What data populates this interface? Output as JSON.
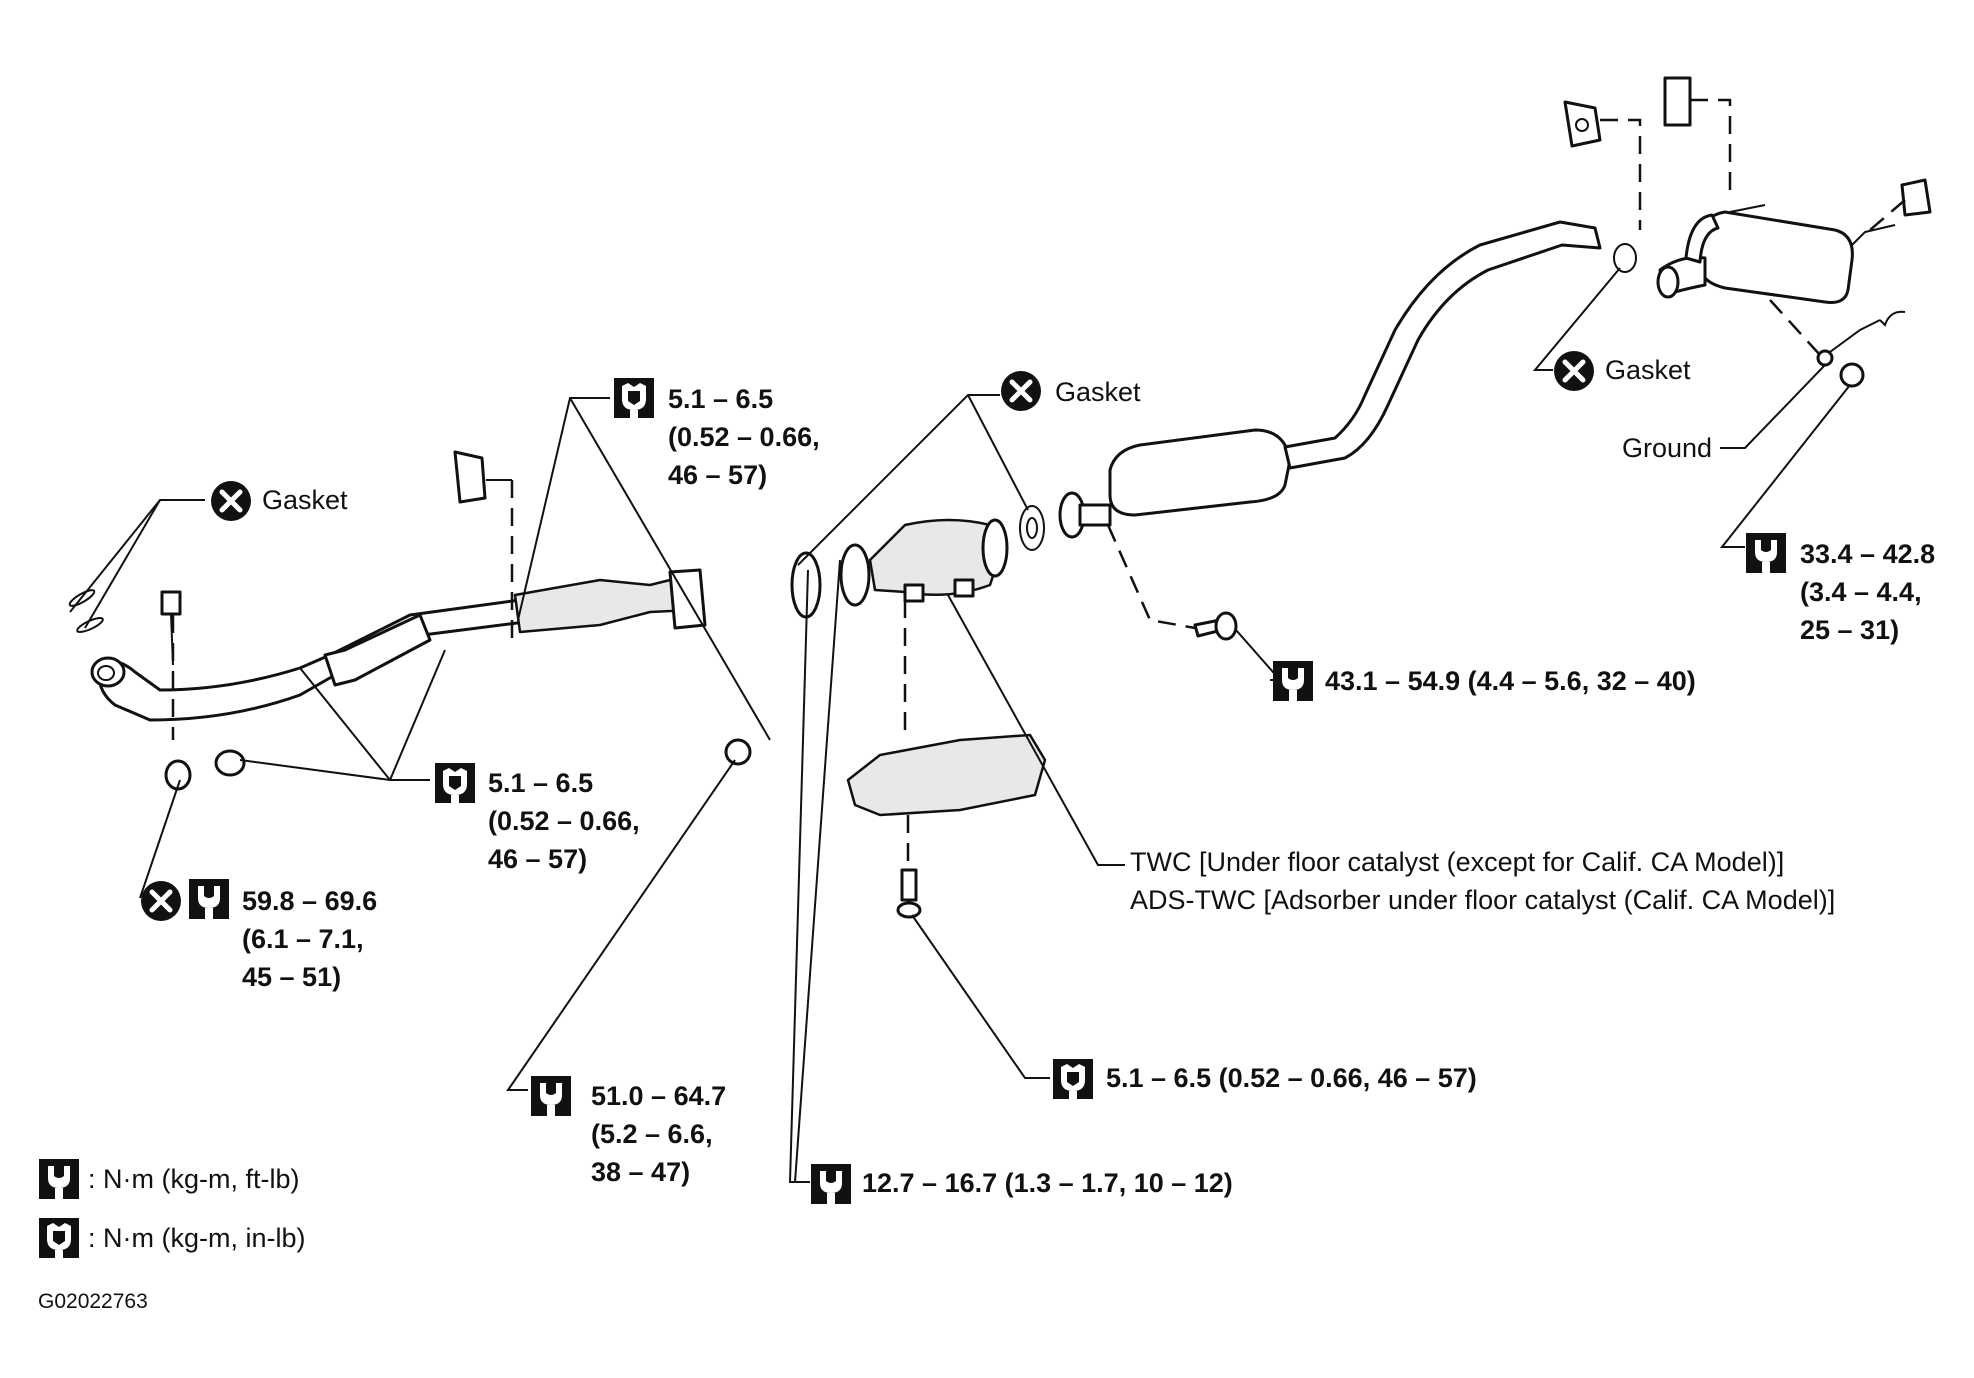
{
  "labels": {
    "gasket_left": "Gasket",
    "gasket_mid": "Gasket",
    "gasket_right": "Gasket",
    "ground": "Ground",
    "torque_front_nut": "59.8 – 69.6",
    "torque_front_nut_l2": "(6.1 – 7.1,",
    "torque_front_nut_l3": "45 – 51)",
    "torque_top_center": "5.1 – 6.5",
    "torque_top_center_l2": "(0.52 – 0.66,",
    "torque_top_center_l3": "46 – 57)",
    "torque_mid_left": "5.1 – 6.5",
    "torque_mid_left_l2": "(0.52 – 0.66,",
    "torque_mid_left_l3": "46 – 57)",
    "torque_flange_nut": "51.0 – 64.7",
    "torque_flange_nut_l2": "(5.2 – 6.6,",
    "torque_flange_nut_l3": "38 – 47)",
    "torque_catalyst_flange": "12.7 – 16.7 (1.3 – 1.7, 10 – 12)",
    "torque_heat_shield": "5.1 – 6.5 (0.52 – 0.66, 46 – 57)",
    "torque_center_bolt": "43.1 – 54.9 (4.4 – 5.6, 32 – 40)",
    "torque_ground": "33.4 – 42.8",
    "torque_ground_l2": "(3.4 – 4.4,",
    "torque_ground_l3": "25 – 31)",
    "twc_line1": "TWC [Under floor catalyst (except for Calif. CA Model)]",
    "twc_line2": "ADS-TWC [Adsorber under floor catalyst (Calif. CA  Model)]"
  },
  "legend": {
    "ftlb": ": N·m (kg-m, ft-lb)",
    "inlb": ": N·m (kg-m, in-lb)"
  },
  "figure_code": "G02022763",
  "icons": {
    "do_not_reuse": "x-circle-icon",
    "torque_ftlb": "wrench-outline-icon",
    "torque_inlb": "wrench-filled-icon"
  }
}
